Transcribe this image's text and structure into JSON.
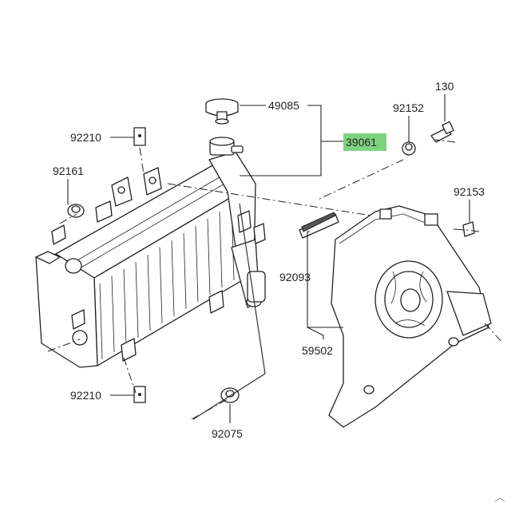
{
  "labels": {
    "p130": "130",
    "p49085": "49085",
    "p92152": "92152",
    "p92210_top": "92210",
    "p39061": "39061",
    "p92161": "92161",
    "p92153": "92153",
    "p92093": "92093",
    "p59502": "59502",
    "p92210_bottom": "92210",
    "p92075": "92075"
  },
  "colors": {
    "highlight": "#7fd37f",
    "line": "#222222"
  },
  "icons": {
    "corner_mark": "corner-mark-icon"
  }
}
